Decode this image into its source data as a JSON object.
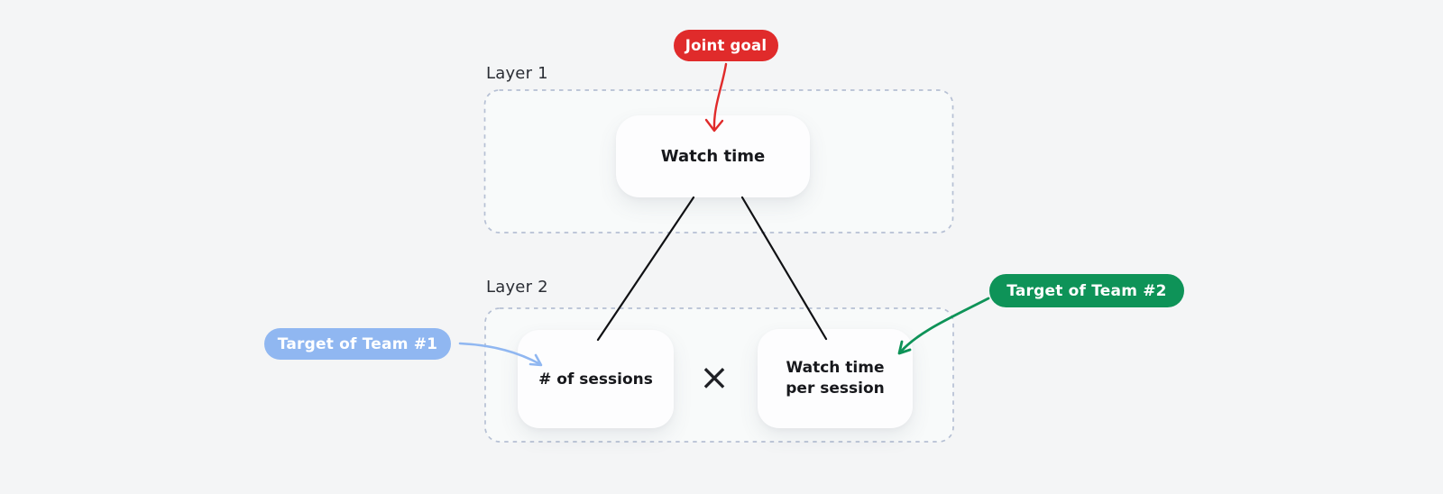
{
  "diagram": {
    "description": "Goal tree: a joint goal metric decomposed into two team target metrics",
    "colors": {
      "background": "#f4f5f6",
      "panel_dashed_border": "#b6c0d4",
      "card_background": "#fdfdfe",
      "card_text": "#17181c",
      "joint_goal_red": "#e02b2b",
      "team1_blue": "#90b7f1",
      "team2_green": "#0e9358",
      "edge_line_black": "#101114"
    },
    "joint_goal_badge": {
      "label": "Joint goal",
      "color": "#e02b2b",
      "points_to": "Watch time"
    },
    "layer1": {
      "label": "Layer 1",
      "node": {
        "label": "Watch time"
      }
    },
    "layer2": {
      "label": "Layer 2",
      "left_node": {
        "label": "# of sessions"
      },
      "operator": "×",
      "right_node": {
        "label": "Watch time per session",
        "line1": "Watch time",
        "line2": "per session"
      }
    },
    "annotations": {
      "team1_badge": {
        "label": "Target of Team #1",
        "color": "#90b7f1",
        "points_to": "# of sessions"
      },
      "team2_badge": {
        "label": "Target of Team #2",
        "color": "#0e9358",
        "points_to": "Watch time per session"
      }
    },
    "connections": [
      {
        "from": "Watch time",
        "to": "# of sessions"
      },
      {
        "from": "Watch time",
        "to": "Watch time per session"
      }
    ]
  }
}
